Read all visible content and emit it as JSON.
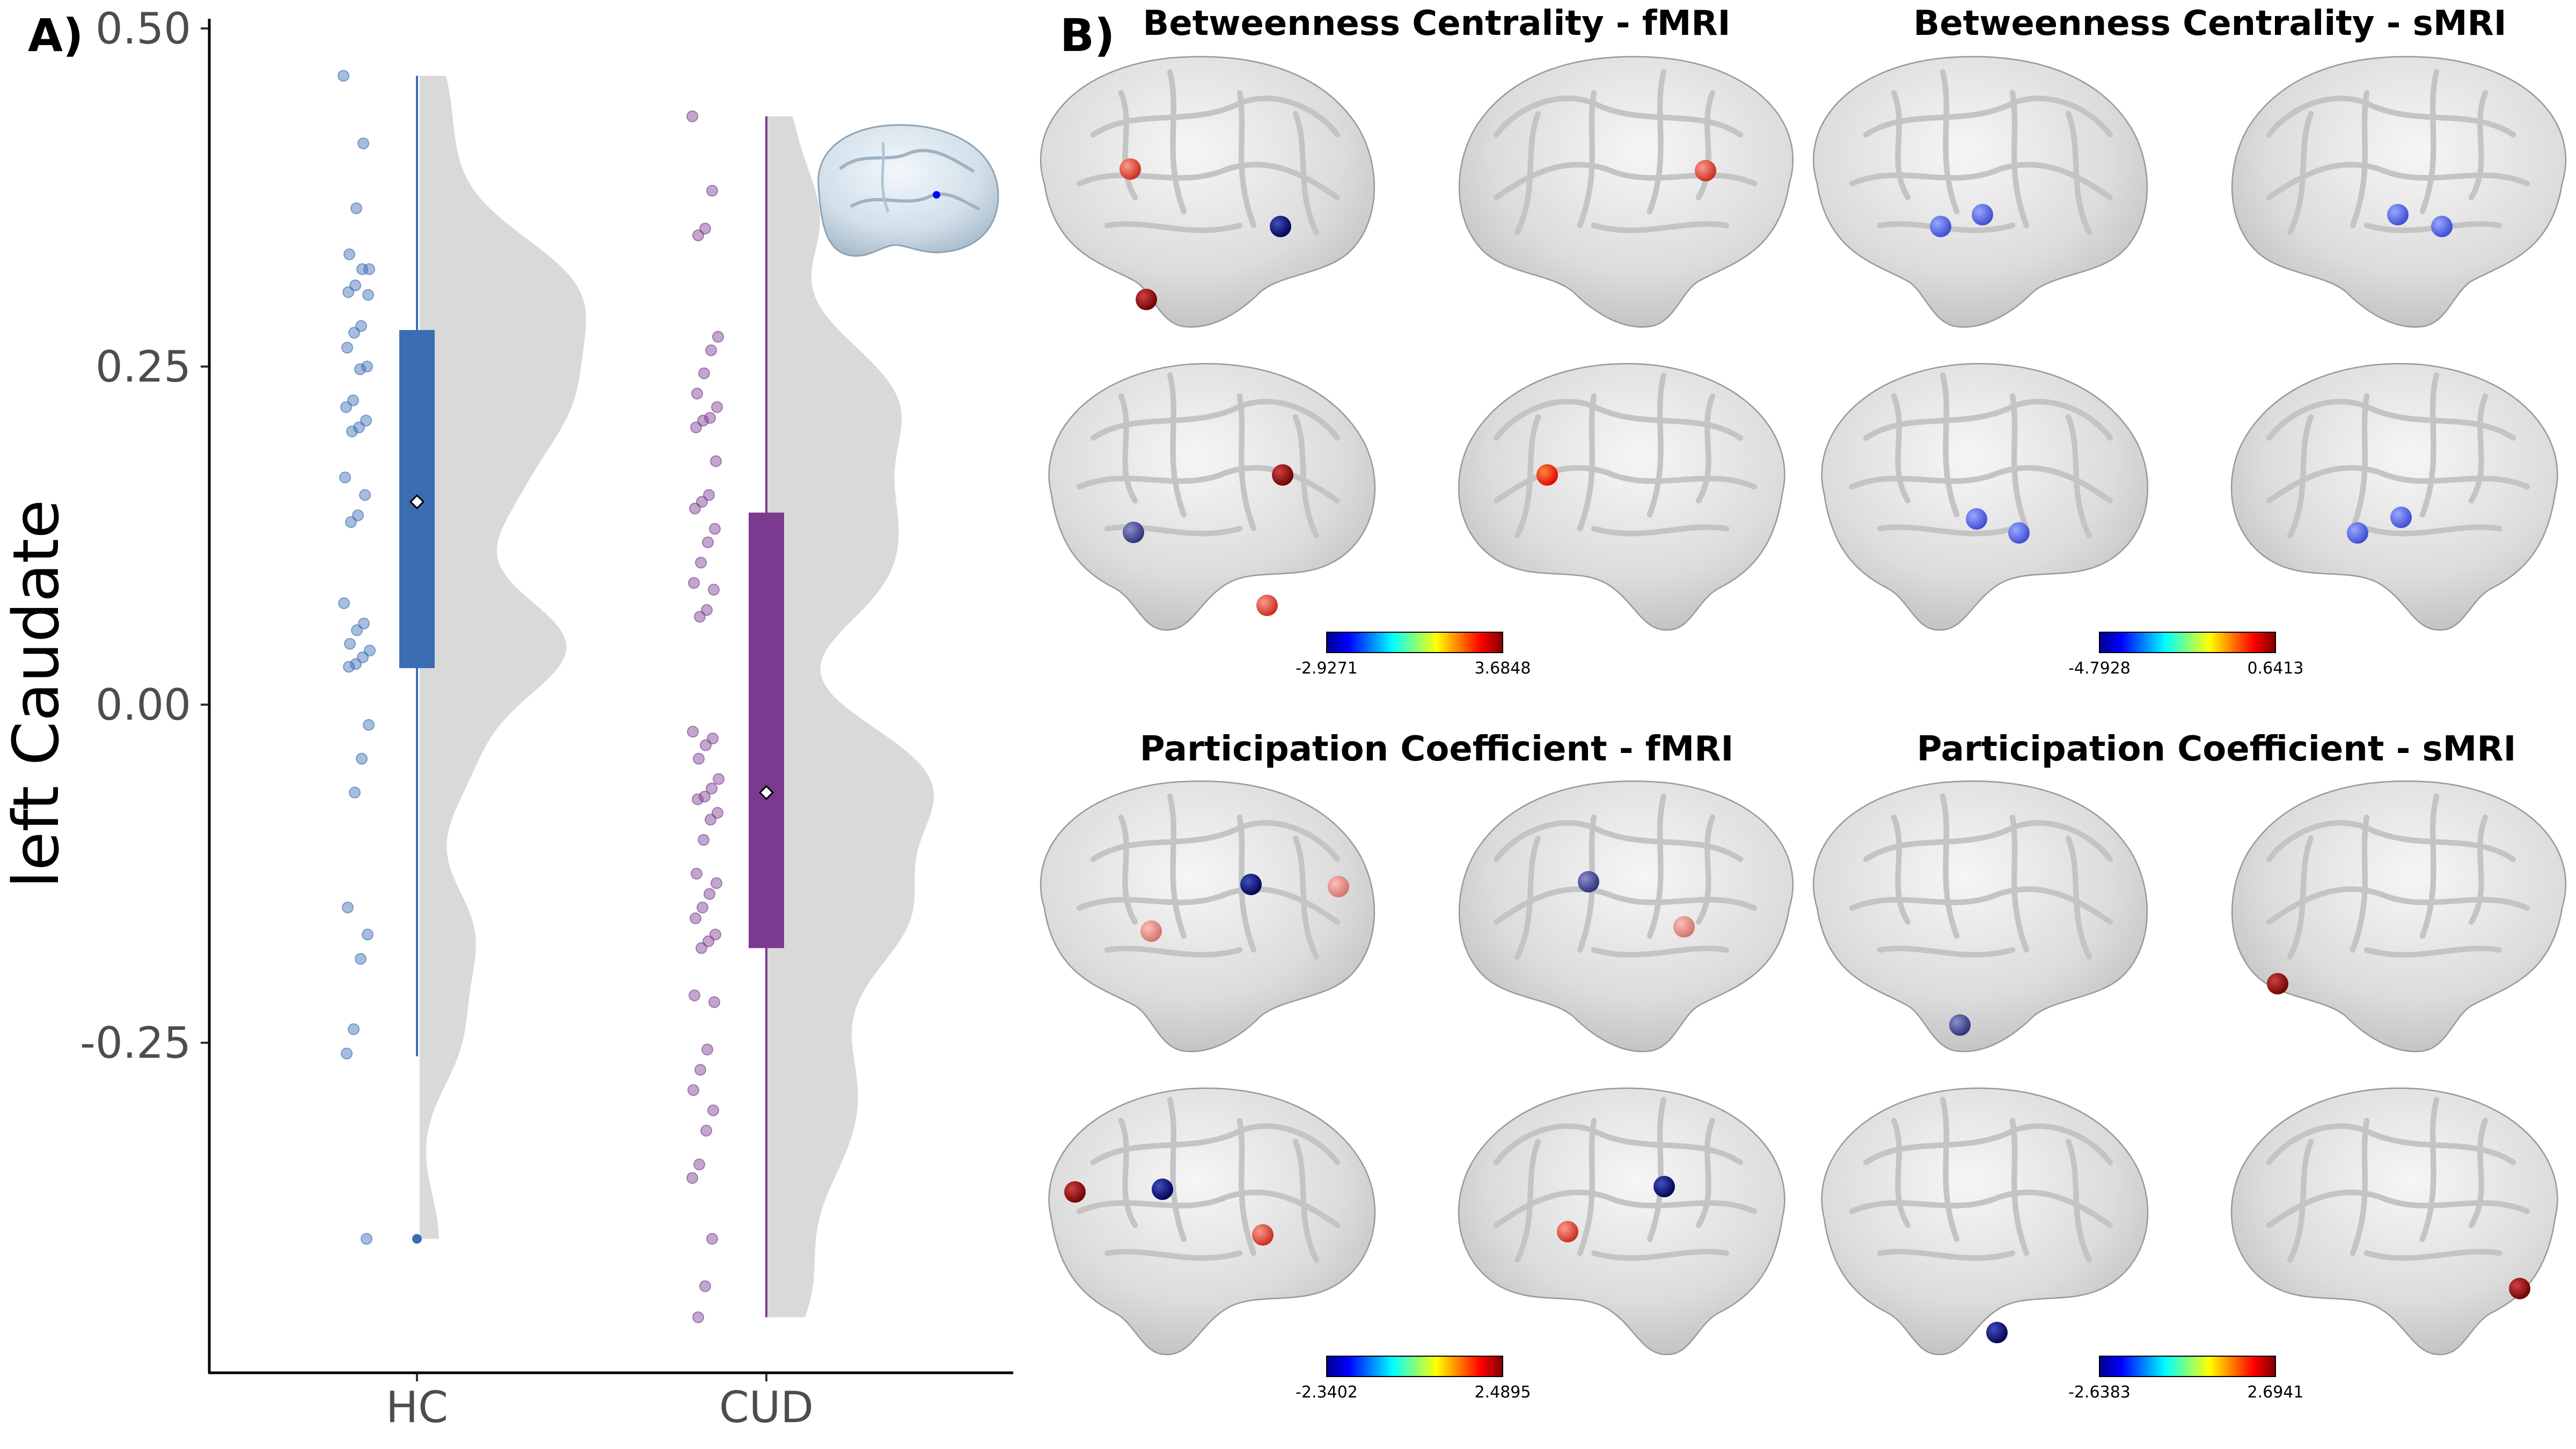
{
  "figure": {
    "panel_a_label": "A)",
    "panel_b_label": "B)"
  },
  "chart_data": [
    {
      "type": "raincloud",
      "ylabel": "left Caudate",
      "xlabel": "",
      "ylim": [
        -0.5,
        0.5
      ],
      "yticks": [
        "0.50",
        "0.25",
        "0.00",
        "-0.25"
      ],
      "ytick_values": [
        0.5,
        0.25,
        0.0,
        -0.25
      ],
      "categories": [
        "HC",
        "CUD"
      ],
      "colors": {
        "HC": "#3b6db3",
        "CUD": "#7b3a8f",
        "violin": "#d9d9d9"
      },
      "series": [
        {
          "name": "HC",
          "box": {
            "min": -0.26,
            "q1": 0.027,
            "median": 0.15,
            "q3": 0.277,
            "max": 0.465
          },
          "mean": 0.15,
          "outliers": [
            -0.395
          ],
          "points": [
            0.465,
            0.415,
            0.367,
            0.333,
            0.322,
            0.322,
            0.31,
            0.305,
            0.303,
            0.28,
            0.275,
            0.264,
            0.25,
            0.248,
            0.225,
            0.22,
            0.21,
            0.205,
            0.202,
            0.168,
            0.155,
            0.14,
            0.135,
            0.075,
            0.06,
            0.055,
            0.045,
            0.04,
            0.035,
            0.03,
            0.028,
            -0.015,
            -0.04,
            -0.065,
            -0.15,
            -0.17,
            -0.188,
            -0.24,
            -0.258,
            -0.395
          ],
          "density_peaks": [
            0.31,
            0.25,
            0.05,
            -0.15,
            -0.38
          ]
        },
        {
          "name": "CUD",
          "box": {
            "min": -0.453,
            "q1": -0.18,
            "median": -0.065,
            "q3": 0.142,
            "max": 0.435
          },
          "mean": -0.065,
          "outliers": [],
          "points": [
            0.435,
            0.38,
            0.352,
            0.347,
            0.272,
            0.262,
            0.245,
            0.23,
            0.22,
            0.212,
            0.21,
            0.205,
            0.18,
            0.155,
            0.15,
            0.145,
            0.13,
            0.12,
            0.105,
            0.09,
            0.085,
            0.07,
            0.065,
            -0.02,
            -0.025,
            -0.03,
            -0.04,
            -0.055,
            -0.062,
            -0.068,
            -0.07,
            -0.08,
            -0.085,
            -0.1,
            -0.125,
            -0.132,
            -0.14,
            -0.15,
            -0.158,
            -0.17,
            -0.175,
            -0.18,
            -0.215,
            -0.22,
            -0.255,
            -0.27,
            -0.285,
            -0.3,
            -0.315,
            -0.34,
            -0.35,
            -0.395,
            -0.43,
            -0.453
          ],
          "density_peaks": [
            0.22,
            -0.05,
            -0.15,
            -0.35
          ]
        }
      ]
    },
    {
      "type": "brain-map",
      "title": "Betweenness Centrality - fMRI",
      "colormap": "jet",
      "range": [
        "-2.9271",
        "3.6848"
      ]
    },
    {
      "type": "brain-map",
      "title": "Betweenness Centrality - sMRI",
      "colormap": "jet",
      "range": [
        "-4.7928",
        "0.6413"
      ]
    },
    {
      "type": "brain-map",
      "title": "Participation Coefficient - fMRI",
      "colormap": "jet",
      "range": [
        "-2.3402",
        "2.4895"
      ]
    },
    {
      "type": "brain-map",
      "title": "Participation Coefficient - sMRI",
      "colormap": "jet",
      "range": [
        "-2.6383",
        "2.6941"
      ]
    }
  ]
}
